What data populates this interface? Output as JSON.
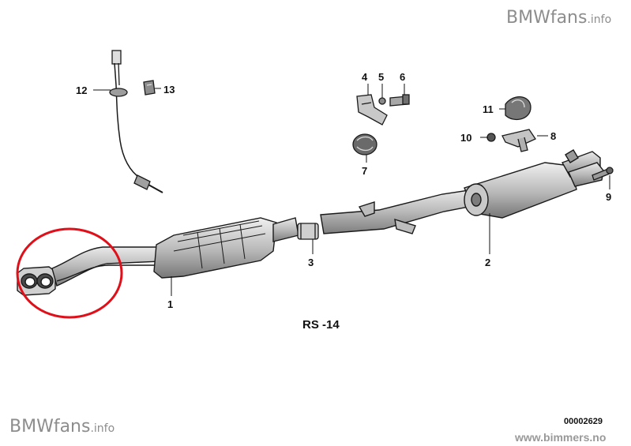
{
  "watermark": {
    "brand": "BMWfans",
    "suffix": ".info"
  },
  "diagram": {
    "group_code": "RS -14",
    "drawing_number": "00002629",
    "site": "www.bimmers.no",
    "highlight_color": "#e0101a",
    "callouts": [
      {
        "id": "1",
        "label": "1"
      },
      {
        "id": "2",
        "label": "2"
      },
      {
        "id": "3",
        "label": "3"
      },
      {
        "id": "4",
        "label": "4"
      },
      {
        "id": "5",
        "label": "5"
      },
      {
        "id": "6",
        "label": "6"
      },
      {
        "id": "7",
        "label": "7"
      },
      {
        "id": "8",
        "label": "8"
      },
      {
        "id": "9",
        "label": "9"
      },
      {
        "id": "10",
        "label": "10"
      },
      {
        "id": "11",
        "label": "11"
      },
      {
        "id": "12",
        "label": "12"
      },
      {
        "id": "13",
        "label": "13"
      }
    ]
  }
}
